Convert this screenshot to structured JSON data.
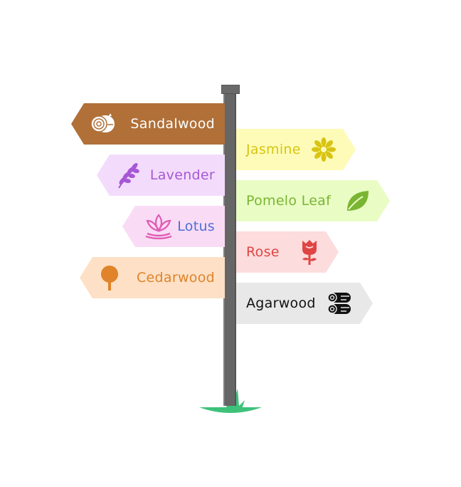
{
  "signs": {
    "sandalwood": {
      "label": "Sandalwood",
      "icon": "log-icon",
      "bg": "#b07038",
      "fg": "#ffffff"
    },
    "lavender": {
      "label": "Lavender",
      "icon": "lavender-icon",
      "bg": "#f3dcfb",
      "fg": "#a657d6"
    },
    "lotus": {
      "label": "Lotus",
      "icon": "lotus-icon",
      "bg": "#fadbf5",
      "fg": "#4a6fd6"
    },
    "cedarwood": {
      "label": "Cedarwood",
      "icon": "tree-icon",
      "bg": "#fde0c6",
      "fg": "#e0832a"
    },
    "jasmine": {
      "label": "Jasmine",
      "icon": "flower-icon",
      "bg": "#fdfbb7",
      "fg": "#d8c412"
    },
    "pomelo": {
      "label": "Pomelo Leaf",
      "icon": "leaf-icon",
      "bg": "#e9fcc4",
      "fg": "#7ab532"
    },
    "rose": {
      "label": "Rose",
      "icon": "rose-icon",
      "bg": "#fcdcdc",
      "fg": "#e04545"
    },
    "agarwood": {
      "label": "Agarwood",
      "icon": "logs-icon",
      "bg": "#e8e8e8",
      "fg": "#111111"
    }
  },
  "colors": {
    "pole": "#666666",
    "grass": "#3ec27a"
  }
}
